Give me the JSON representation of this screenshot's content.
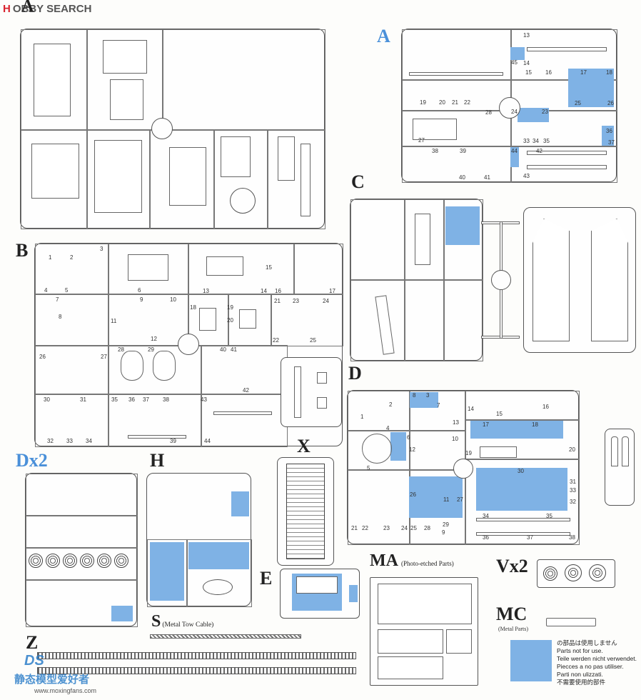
{
  "header": {
    "site_logo_prefix": "H",
    "site_logo_text": "OBBY SEARCH"
  },
  "sprues": {
    "A_top": {
      "letter": "A"
    },
    "A_right": {
      "letter": "A"
    },
    "B": {
      "letter": "B"
    },
    "C": {
      "letter": "C"
    },
    "D": {
      "letter": "D"
    },
    "Dx2": {
      "letter": "Dx2"
    },
    "H": {
      "letter": "H"
    },
    "X": {
      "letter": "X"
    },
    "E": {
      "letter": "E"
    },
    "S": {
      "letter": "S",
      "note": "(Metal Tow Cable)"
    },
    "Z": {
      "letter": "Z"
    },
    "MA": {
      "letter": "MA",
      "note": "(Photo-etched Parts)"
    },
    "Vx2": {
      "letter": "Vx2"
    },
    "MC": {
      "letter": "MC",
      "note": "(Metal Parts)"
    }
  },
  "legend": {
    "color": "#7fb2e5",
    "lines": [
      "の部品は使用しません",
      "Parts not for use.",
      "Teile werden nicht verwendet.",
      "Piecces a no pas utiliser.",
      "Parti non ulizzati.",
      "不需要使用的部件"
    ]
  },
  "watermark": {
    "ds": "DS",
    "brand": "静态模型爱好者",
    "url": "www.moxingfans.com"
  },
  "part_numbers": {
    "A_right": [
      "13",
      "45",
      "14",
      "15",
      "16",
      "17",
      "18",
      "19",
      "20",
      "21",
      "22",
      "23",
      "24",
      "25",
      "26",
      "27",
      "28",
      "33",
      "34",
      "35",
      "36",
      "37",
      "38",
      "39",
      "40",
      "41",
      "42",
      "43",
      "44"
    ],
    "B": [
      "1",
      "2",
      "3",
      "4",
      "5",
      "6",
      "7",
      "8",
      "9",
      "10",
      "11",
      "12",
      "13",
      "14",
      "15",
      "16",
      "17",
      "18",
      "19",
      "20",
      "21",
      "22",
      "23",
      "24",
      "25",
      "26",
      "27",
      "28",
      "29",
      "30",
      "31",
      "32",
      "33",
      "34",
      "35",
      "36",
      "37",
      "38",
      "39",
      "40",
      "41",
      "42",
      "43",
      "44"
    ],
    "D": [
      "1",
      "2",
      "3",
      "4",
      "5",
      "6",
      "7",
      "8",
      "9",
      "10",
      "11",
      "12",
      "13",
      "14",
      "15",
      "16",
      "17",
      "18",
      "19",
      "20",
      "21",
      "22",
      "23",
      "24",
      "25",
      "26",
      "27",
      "28",
      "29",
      "30",
      "31",
      "32",
      "33",
      "34",
      "35",
      "36",
      "37",
      "38"
    ]
  }
}
